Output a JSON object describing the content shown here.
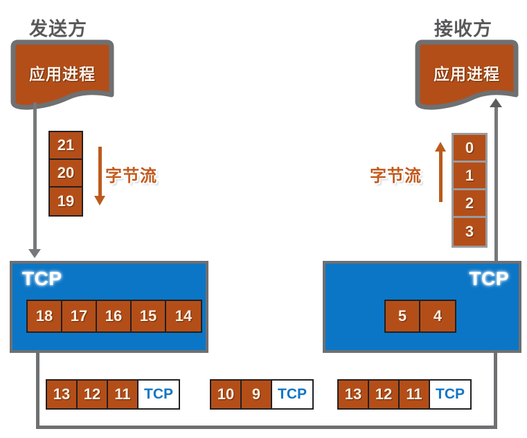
{
  "diagram": {
    "sender": {
      "title": "发送方",
      "app_process_label": "应用进程",
      "byte_stream_label": "字节流",
      "byte_stream_direction": "down",
      "bytes": [
        "21",
        "20",
        "19"
      ],
      "tcp_label": "TCP",
      "tcp_buffer_bytes": [
        "18",
        "17",
        "16",
        "15",
        "14"
      ]
    },
    "receiver": {
      "title": "接收方",
      "app_process_label": "应用进程",
      "byte_stream_label": "字节流",
      "byte_stream_direction": "up",
      "bytes": [
        "0",
        "1",
        "2",
        "3"
      ],
      "tcp_label": "TCP",
      "tcp_buffer_bytes": [
        "5",
        "4"
      ]
    },
    "segments": [
      {
        "data": [
          "13",
          "12",
          "11"
        ],
        "header": "TCP"
      },
      {
        "data": [
          "10",
          "9"
        ],
        "header": "TCP"
      },
      {
        "data": [
          "13",
          "12",
          "11"
        ],
        "header": "TCP"
      }
    ],
    "colors": {
      "data_orange": "#b44e18",
      "tcp_blue": "#0c76c6",
      "outline_gray": "#6e7072",
      "title_gray": "#58585a",
      "stream_orange": "#c35a1d",
      "header_text_blue": "#1275c4"
    }
  }
}
